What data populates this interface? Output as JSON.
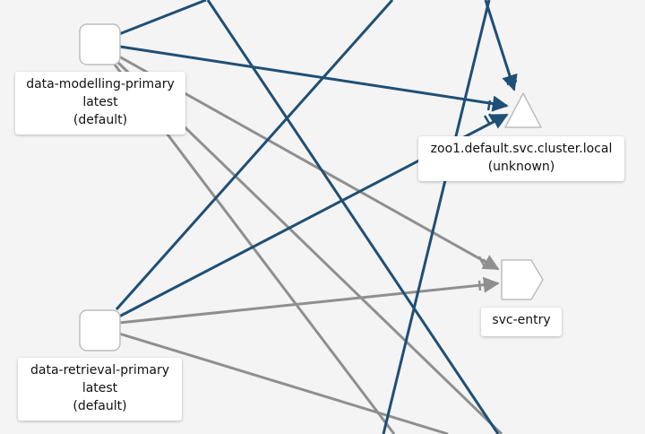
{
  "graph": {
    "colors": {
      "edge_primary": "#1f4f75",
      "edge_secondary": "#8f8f8f",
      "node_fill": "#ffffff",
      "node_stroke": "#bdbdbd",
      "background": "#f4f4f4"
    },
    "nodes": {
      "data_modelling_primary": {
        "name": "data-modelling-primary",
        "version": "latest",
        "namespace": "(default)",
        "shape": "rounded-square"
      },
      "data_retrieval_primary": {
        "name": "data-retrieval-primary",
        "version": "latest",
        "namespace": "(default)",
        "shape": "rounded-square"
      },
      "zoo1": {
        "name": "zoo1.default.svc.cluster.local",
        "namespace": "(unknown)",
        "shape": "triangle"
      },
      "svc_entry": {
        "name": "svc-entry",
        "shape": "pentagon-arrow"
      }
    }
  }
}
